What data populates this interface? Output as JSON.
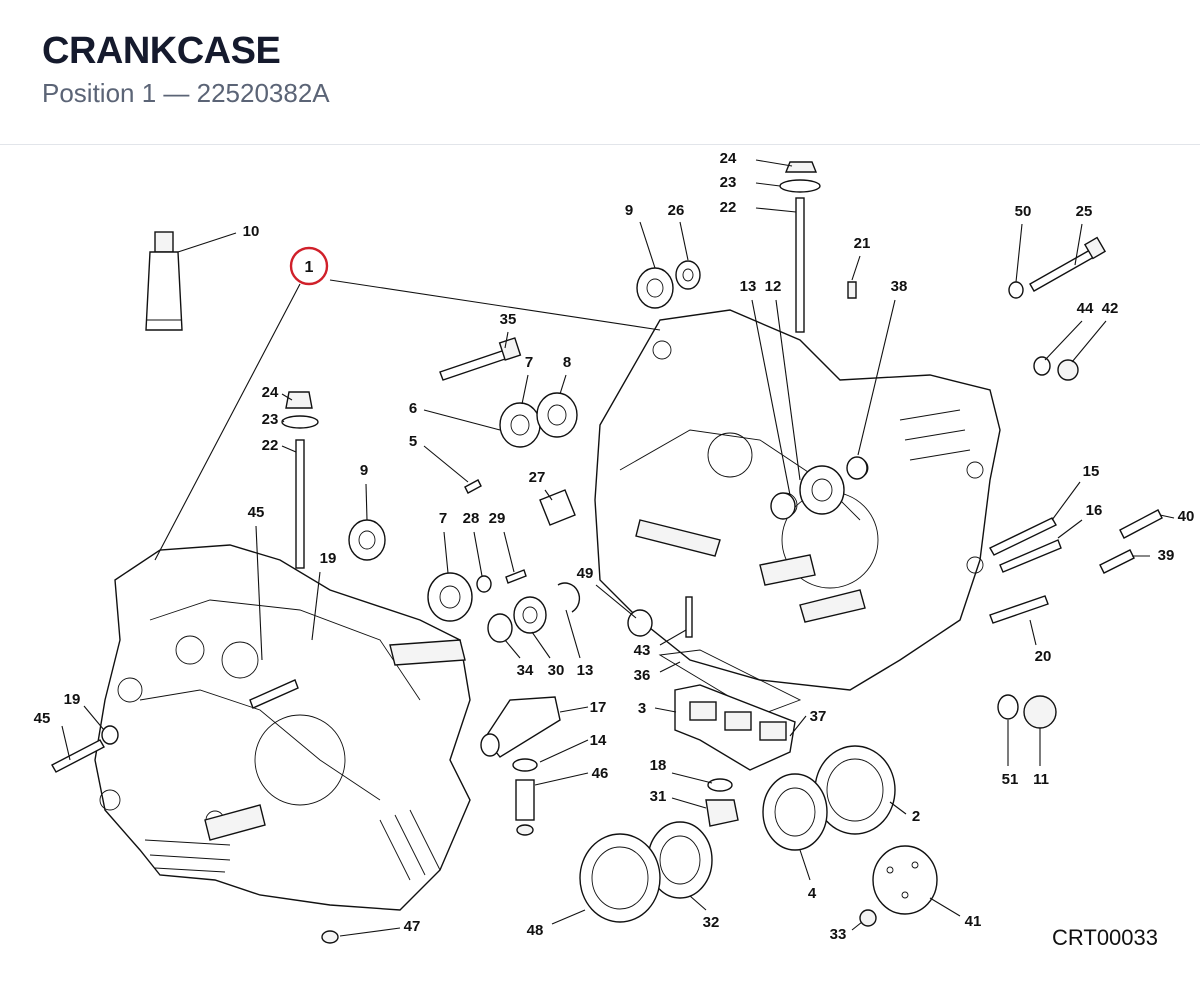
{
  "header": {
    "title": "CRANKCASE",
    "subtitle": "Position 1 — 22520382A"
  },
  "diagram": {
    "drawing_code": "CRT00033",
    "highlight_color": "#d0202a",
    "highlighted_callout": "1",
    "callouts": [
      "24",
      "23",
      "22",
      "9",
      "26",
      "10",
      "21",
      "50",
      "25",
      "13",
      "12",
      "38",
      "1",
      "44",
      "42",
      "35",
      "7",
      "8",
      "24",
      "23",
      "22",
      "6",
      "5",
      "27",
      "15",
      "9",
      "45",
      "19",
      "7",
      "28",
      "29",
      "16",
      "40",
      "39",
      "49",
      "43",
      "36",
      "3",
      "37",
      "34",
      "30",
      "13",
      "20",
      "19",
      "45",
      "17",
      "14",
      "46",
      "18",
      "31",
      "51",
      "11",
      "2",
      "4",
      "48",
      "32",
      "41",
      "47",
      "33"
    ]
  }
}
